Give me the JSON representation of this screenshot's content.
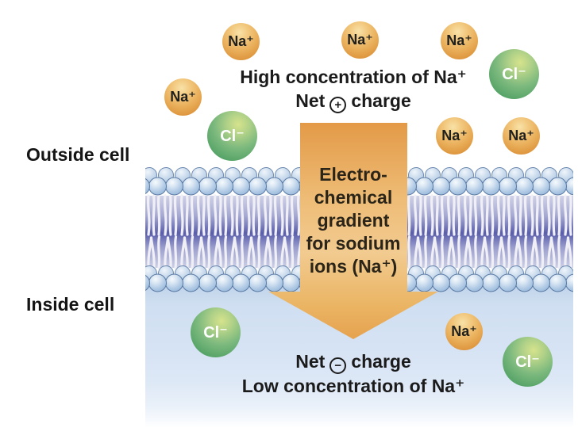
{
  "colors": {
    "arrow_orange": "#eeb76c",
    "membrane_head_blue": "#b5cfe8",
    "membrane_tail_purple": "#5a5fae",
    "na_ion_orange": "#eab05c",
    "cl_ion_green": "#5fa96e",
    "inside_cell_blue": "#d6e3f4",
    "text_dark": "#1b1b1b"
  },
  "regions": {
    "outside_label": "Outside cell",
    "inside_label": "Inside cell"
  },
  "outside_annotation": {
    "line1": "High concentration of Na⁺",
    "net_prefix": "Net",
    "charge_symbol": "+",
    "net_suffix": "charge"
  },
  "inside_annotation": {
    "net_prefix": "Net",
    "charge_symbol": "−",
    "net_suffix": "charge",
    "line2": "Low concentration of Na⁺"
  },
  "arrow_label": {
    "line1": "Electro-",
    "line2": "chemical",
    "line3": "gradient",
    "line4": "for sodium",
    "line5": "ions (Na⁺)"
  },
  "ions": {
    "na_label": "Na⁺",
    "cl_label": "Cl⁻"
  }
}
